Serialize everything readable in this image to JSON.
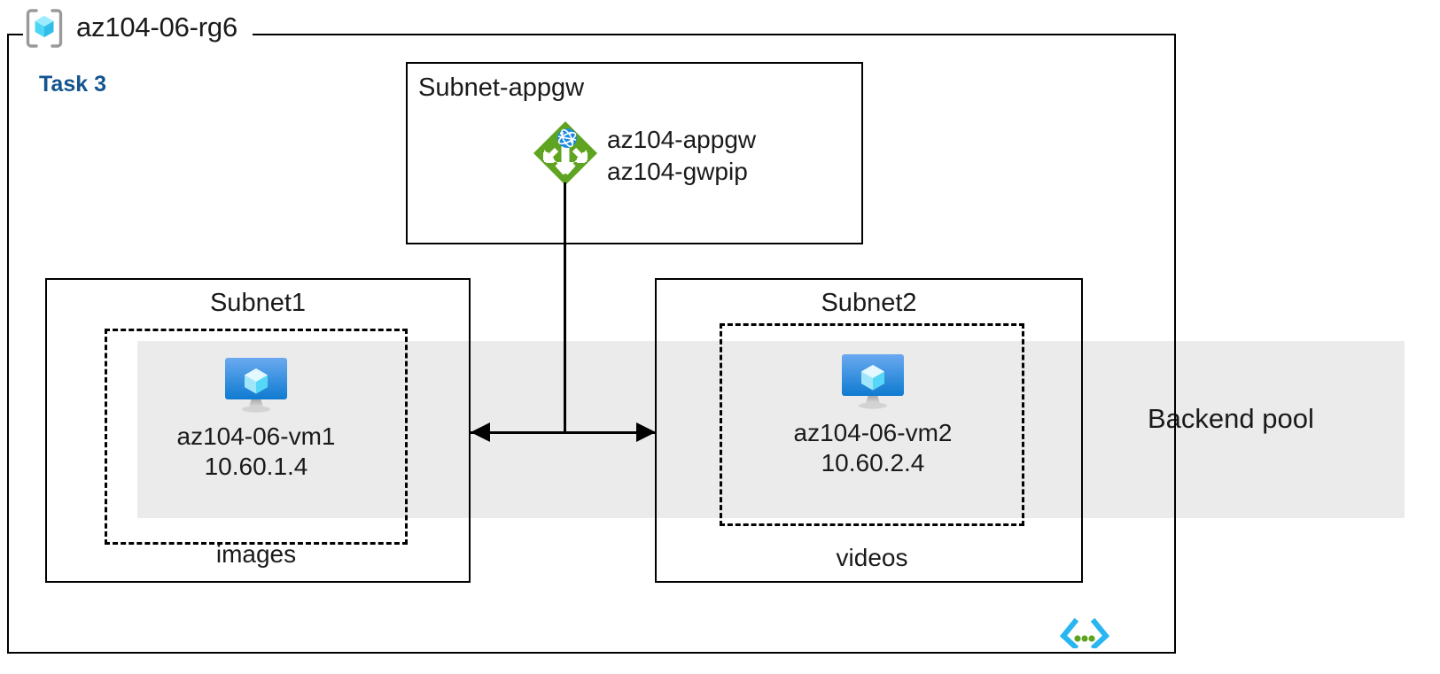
{
  "diagram": {
    "title": "az104-06-rg6",
    "task_label": "Task 3",
    "resource_group_icon": "resource-group-icon",
    "accent_color": "#14558f",
    "backend_band_color": "#ebebeb",
    "appgw_icon_color": "#5fa420",
    "vm_icon_color": "#1b8bdf"
  },
  "resource_group": {
    "name": "az104-06-rg6",
    "icon": "resource-group-cube-icon"
  },
  "task": {
    "label": "Task 3"
  },
  "subnet_appgw": {
    "title": "Subnet-appgw",
    "gateway": {
      "icon": "application-gateway-icon",
      "name": "az104-appgw",
      "public_ip": "az104-gwpip"
    }
  },
  "subnet1": {
    "title": "Subnet1",
    "group_label": "images",
    "vm": {
      "icon": "virtual-machine-icon",
      "name": "az104-06-vm1",
      "ip": "10.60.1.4"
    }
  },
  "subnet2": {
    "title": "Subnet2",
    "group_label": "videos",
    "vm": {
      "icon": "virtual-machine-icon",
      "name": "az104-06-vm2",
      "ip": "10.60.2.4"
    }
  },
  "backend_pool": {
    "label": "Backend pool"
  },
  "footer": {
    "icon": "code-brackets-icon"
  }
}
